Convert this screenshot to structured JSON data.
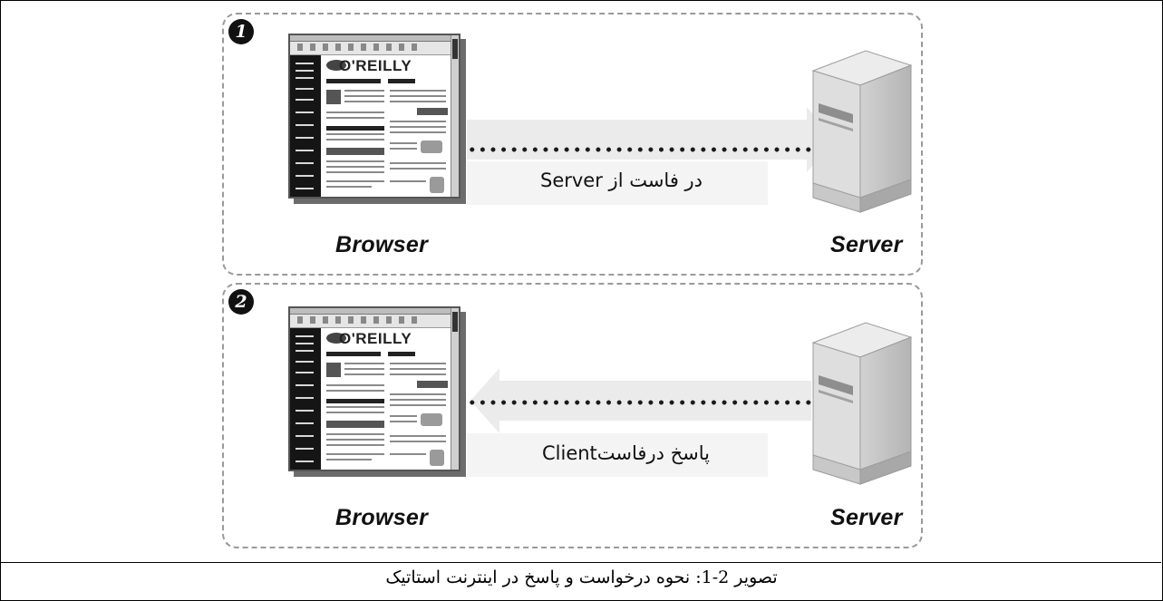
{
  "caption": "تصویر 2-1: نحوه درخواست و پاسخ در اینترنت استاتیک",
  "panels": [
    {
      "step": "1",
      "browser_label": "Browser",
      "server_label": "Server",
      "message": "در فاست از Server",
      "direction": "browser-to-server",
      "logo_text": "O'REILLY"
    },
    {
      "step": "2",
      "browser_label": "Browser",
      "server_label": "Server",
      "message": "پاسخ درفاستClient",
      "direction": "server-to-browser",
      "logo_text": "O'REILLY"
    }
  ],
  "colors": {
    "border": "#000000",
    "panel_border": "#9a9a9a",
    "arrow_band": "#ebebeb",
    "dots": "#1a1a1a"
  }
}
